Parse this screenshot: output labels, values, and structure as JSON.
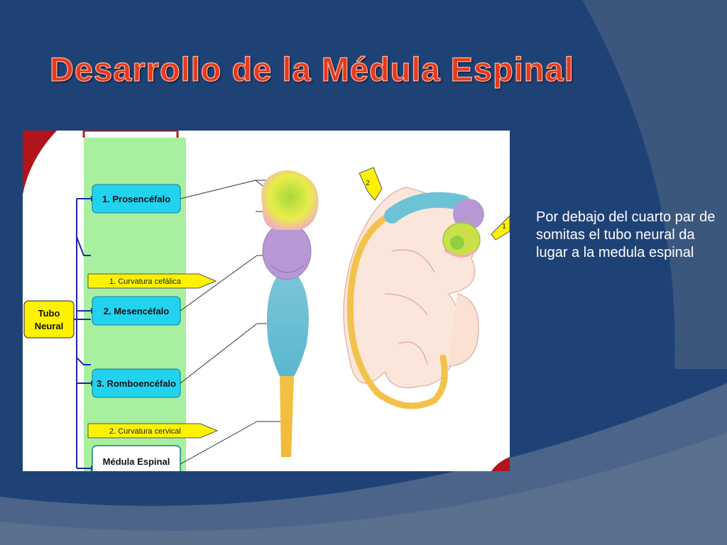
{
  "slide": {
    "title": "Desarrollo de la Médula Espinal",
    "body_text": "Por debajo del cuarto par de somitas el tubo neural da lugar a la medula espinal"
  },
  "diagram": {
    "root": "Tubo Neural",
    "root_lines": [
      "Tubo",
      "Neural"
    ],
    "boxes": [
      "1. Prosencéfalo",
      "2. Mesencéfalo",
      "3. Romboencéfalo",
      "Médula Espinal"
    ],
    "curvatures": [
      "1. Curvatura cefálica",
      "2. Curvatura cervical"
    ],
    "pointers": [
      "2",
      "1"
    ]
  },
  "colors": {
    "background": "#1f4276",
    "title": "#e4391d",
    "prosencefalo": "#c9e04a",
    "mesencefalo": "#b28fc8",
    "romboencefalo": "#6cc3d6",
    "medula": "#f2c94c",
    "label_box": "#22d3f0",
    "arrow_label": "#fff200"
  }
}
